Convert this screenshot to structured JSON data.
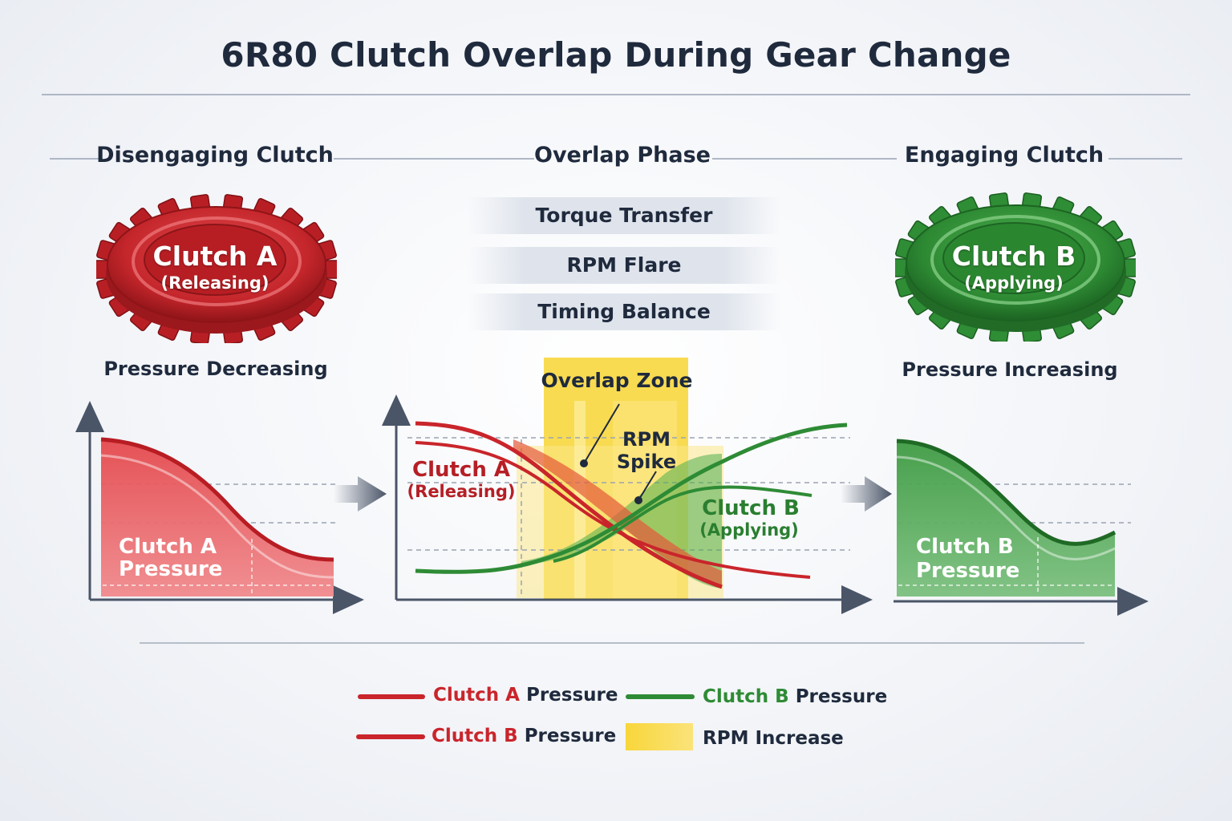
{
  "title": "6R80 Clutch Overlap During Gear Change",
  "sections": {
    "left": "Disengaging Clutch",
    "center": "Overlap Phase",
    "right": "Engaging Clutch"
  },
  "phases": [
    "Torque Transfer",
    "RPM Flare",
    "Timing Balance"
  ],
  "clutch_a": {
    "name": "Clutch A",
    "state": "(Releasing)",
    "caption": "Pressure Decreasing",
    "color": "#d42a2f"
  },
  "clutch_b": {
    "name": "Clutch B",
    "state": "(Applying)",
    "caption": "Pressure Increasing",
    "color": "#2e8b35"
  },
  "left_graph": {
    "label_line1": "Clutch A",
    "label_line2": "Pressure"
  },
  "right_graph": {
    "label_line1": "Clutch B",
    "label_line2": "Pressure"
  },
  "center_graph": {
    "overlap_zone": "Overlap Zone",
    "rpm_spike_line1": "RPM",
    "rpm_spike_line2": "Spike",
    "a_label": "Clutch A",
    "a_state": "(Releasing)",
    "b_label": "Clutch B",
    "b_state": "(Applying)"
  },
  "legend": [
    {
      "color_word": "Clutch A",
      "rest": " Pressure",
      "color": "#c9252b",
      "swatch": "line"
    },
    {
      "color_word": "Clutch B",
      "rest": " Pressure",
      "color": "#2e8b35",
      "swatch": "line"
    },
    {
      "color_word": "Clutch B",
      "rest": " Pressure",
      "color": "#c9252b",
      "swatch": "line"
    },
    {
      "color_word": "",
      "rest": "RPM Increase",
      "color": "#f5d13a",
      "swatch": "block"
    }
  ],
  "colors": {
    "red": "#d42a2f",
    "green": "#2e8b35",
    "yellow": "#f6d43c",
    "navy": "#1f2a3d"
  }
}
